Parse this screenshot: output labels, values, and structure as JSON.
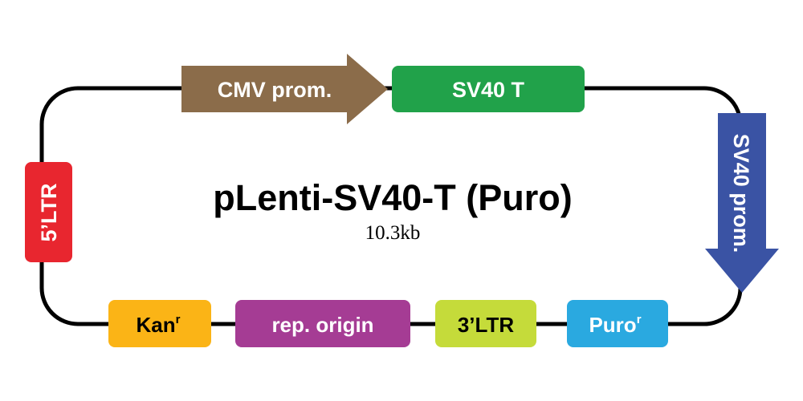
{
  "plasmid": {
    "name": "pLenti-SV40-T (Puro)",
    "size": "10.3kb"
  },
  "features": {
    "cmv_prom": {
      "label": "CMV prom.",
      "color": "#8b6c4a",
      "text_color": "#ffffff"
    },
    "sv40_t": {
      "label": "SV40 T",
      "color": "#21a24a",
      "text_color": "#ffffff"
    },
    "sv40_prom": {
      "label": "SV40 prom.",
      "color": "#3a53a4",
      "text_color": "#ffffff"
    },
    "ltr5": {
      "label": "5’LTR",
      "color": "#e8262f",
      "text_color": "#ffffff"
    },
    "kan": {
      "label": "Kan",
      "superscript": "r",
      "color": "#fbb416",
      "text_color": "#000000"
    },
    "rep_origin": {
      "label": "rep. origin",
      "color": "#a53c94",
      "text_color": "#ffffff"
    },
    "ltr3": {
      "label": "3’LTR",
      "color": "#c5db3a",
      "text_color": "#000000"
    },
    "puro": {
      "label": "Puro",
      "superscript": "r",
      "color": "#2aa9e0",
      "text_color": "#ffffff"
    }
  },
  "backbone": {
    "color": "#000000"
  }
}
